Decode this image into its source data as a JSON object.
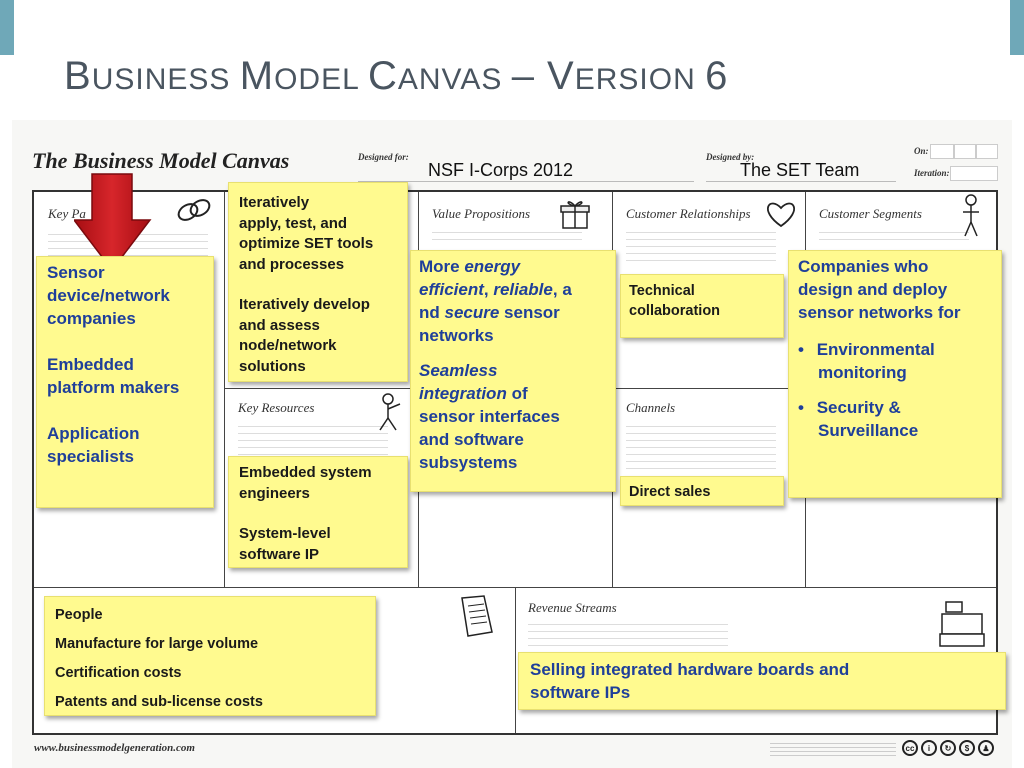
{
  "slide": {
    "title_parts": [
      {
        "cap": "B",
        "rest": "USINESS "
      },
      {
        "cap": "M",
        "rest": "ODEL "
      },
      {
        "cap": "C",
        "rest": "ANVAS "
      },
      {
        "cap": "– V",
        "rest": "ERSION "
      },
      {
        "cap": "6",
        "rest": ""
      }
    ]
  },
  "canvas": {
    "title": "The Business Model Canvas",
    "designed_for_label": "Designed for:",
    "designed_for_value": "NSF I-Corps 2012",
    "designed_by_label": "Designed by:",
    "designed_by_value": "The SET Team",
    "on_label": "On:",
    "iteration_label": "Iteration:",
    "footer_url": "www.businessmodelgeneration.com"
  },
  "blocks": {
    "key_partners": "Key Pa",
    "value_propositions": "Value Propositions",
    "customer_relationships": "Customer Relationships",
    "customer_segments": "Customer Segments",
    "key_resources": "Key Resources",
    "channels": "Channels",
    "revenue_streams": "Revenue Streams"
  },
  "stickies": {
    "key_partners": [
      "Sensor",
      "device/network",
      "companies",
      "",
      "Embedded",
      "platform makers",
      "",
      "Application",
      "specialists"
    ],
    "key_activities": [
      "Iteratively",
      "apply, test, and",
      "optimize SET tools",
      "and processes",
      "",
      "Iteratively develop",
      "and assess",
      "node/network",
      "solutions"
    ],
    "key_resources": [
      "Embedded system",
      "engineers",
      "",
      "System-level",
      "software IP"
    ],
    "value_prop": {
      "line1_a": "More ",
      "line1_b": "energy",
      "line2_a": "efficient",
      "line2_b": ", ",
      "line2_c": "reliable",
      "line2_d": ", a",
      "line3_a": "nd ",
      "line3_b": "secure",
      "line3_c": " sensor",
      "line4": "networks",
      "line5": "Seamless",
      "line6_a": "integration",
      "line6_b": " of",
      "line7": "sensor interfaces",
      "line8": "and software",
      "line9": "subsystems"
    },
    "customer_relationships": [
      "Technical",
      "collaboration"
    ],
    "channels": "Direct sales",
    "customer_segments": {
      "intro": [
        "Companies who",
        "design and deploy",
        "sensor networks for"
      ],
      "bullets": [
        [
          "Environmental",
          "monitoring"
        ],
        [
          "Security &",
          "Surveillance"
        ]
      ]
    },
    "cost_structure": [
      "People",
      "Manufacture for large volume",
      "Certification costs",
      "Patents and sub-license costs"
    ],
    "revenue_streams": [
      "Selling integrated hardware boards and",
      "software IPs"
    ]
  },
  "colors": {
    "sticky": "#fffa8f",
    "arrow": "#c0161b",
    "text_blue": "#1f3f9a",
    "title_gray": "#4a5560"
  },
  "icons": [
    "chain-link-icon",
    "gift-icon",
    "heart-icon",
    "person-icon",
    "worker-icon",
    "truck-icon",
    "price-tag-icon",
    "cash-register-icon",
    "down-arrow-icon"
  ]
}
